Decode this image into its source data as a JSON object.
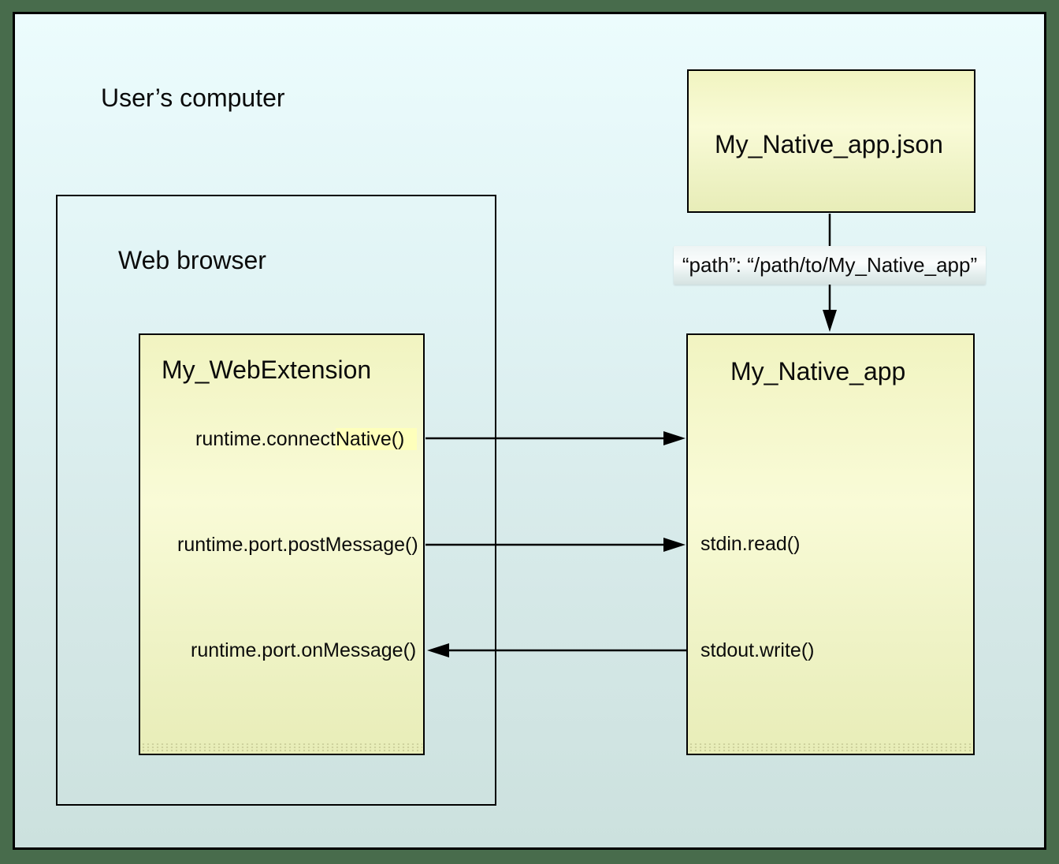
{
  "colors": {
    "frame_green": "#486c4c",
    "canvas_gradient_top": "#ecfcfd",
    "canvas_gradient_bottom": "#cce1de",
    "box_yellow_top": "#f1f4c1",
    "box_yellow_light": "#f9fbd7",
    "box_yellow_bottom": "#e8edb8",
    "highlight_yellow": "#feffbb",
    "path_bar_light": "#fbfdfd",
    "path_bar_dark": "#d6e3e2",
    "line_black": "#000000"
  },
  "computer": {
    "label": "User’s computer"
  },
  "browser": {
    "label": "Web browser"
  },
  "extension": {
    "title": "My_WebExtension",
    "connect_native_prefix": "runtime.connect",
    "connect_native_highlight": "Native()",
    "post_message": "runtime.port.postMessage()",
    "on_message": "runtime.port.onMessage()"
  },
  "native_app": {
    "title": "My_Native_app",
    "stdin": "stdin.read()",
    "stdout": "stdout.write()"
  },
  "manifest": {
    "title": "My_Native_app.json",
    "path": "“path”: “/path/to/My_Native_app”"
  }
}
